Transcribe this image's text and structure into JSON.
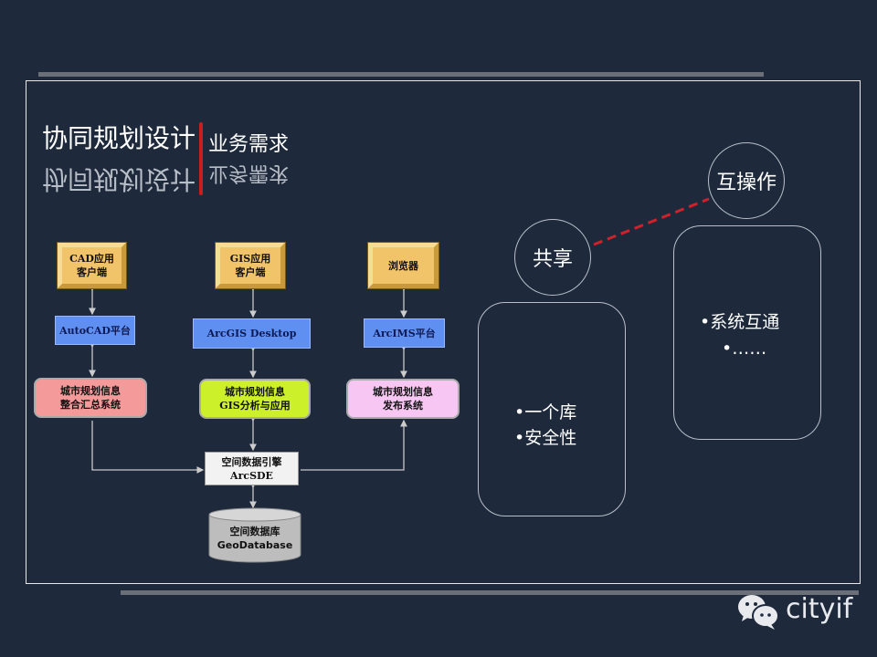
{
  "title": "协同规划设计",
  "subtitle": "业务需求",
  "diagram": {
    "clients": [
      "CAD应用\n客户端",
      "GIS应用\n客户端",
      "浏览器"
    ],
    "platforms": [
      "AutoCAD平台",
      "ArcGIS Desktop",
      "ArcIMS平台"
    ],
    "systems": [
      "城市规划信息\n整合汇总系统",
      "城市规划信息\nGIS分析与应用",
      "城市规划信息\n发布系统"
    ],
    "engine": "空间数据引擎\nArcSDE",
    "database": "空间数据库\nGeoDatabase"
  },
  "concepts": {
    "share": "共享",
    "interop": "互操作",
    "share_items": [
      "•一个库",
      "•安全性"
    ],
    "interop_items": [
      "•系统互通",
      "•……"
    ]
  },
  "watermark": "cityif",
  "colors": {
    "background": "#1e2a3c",
    "accent_red": "#c81e1e"
  }
}
